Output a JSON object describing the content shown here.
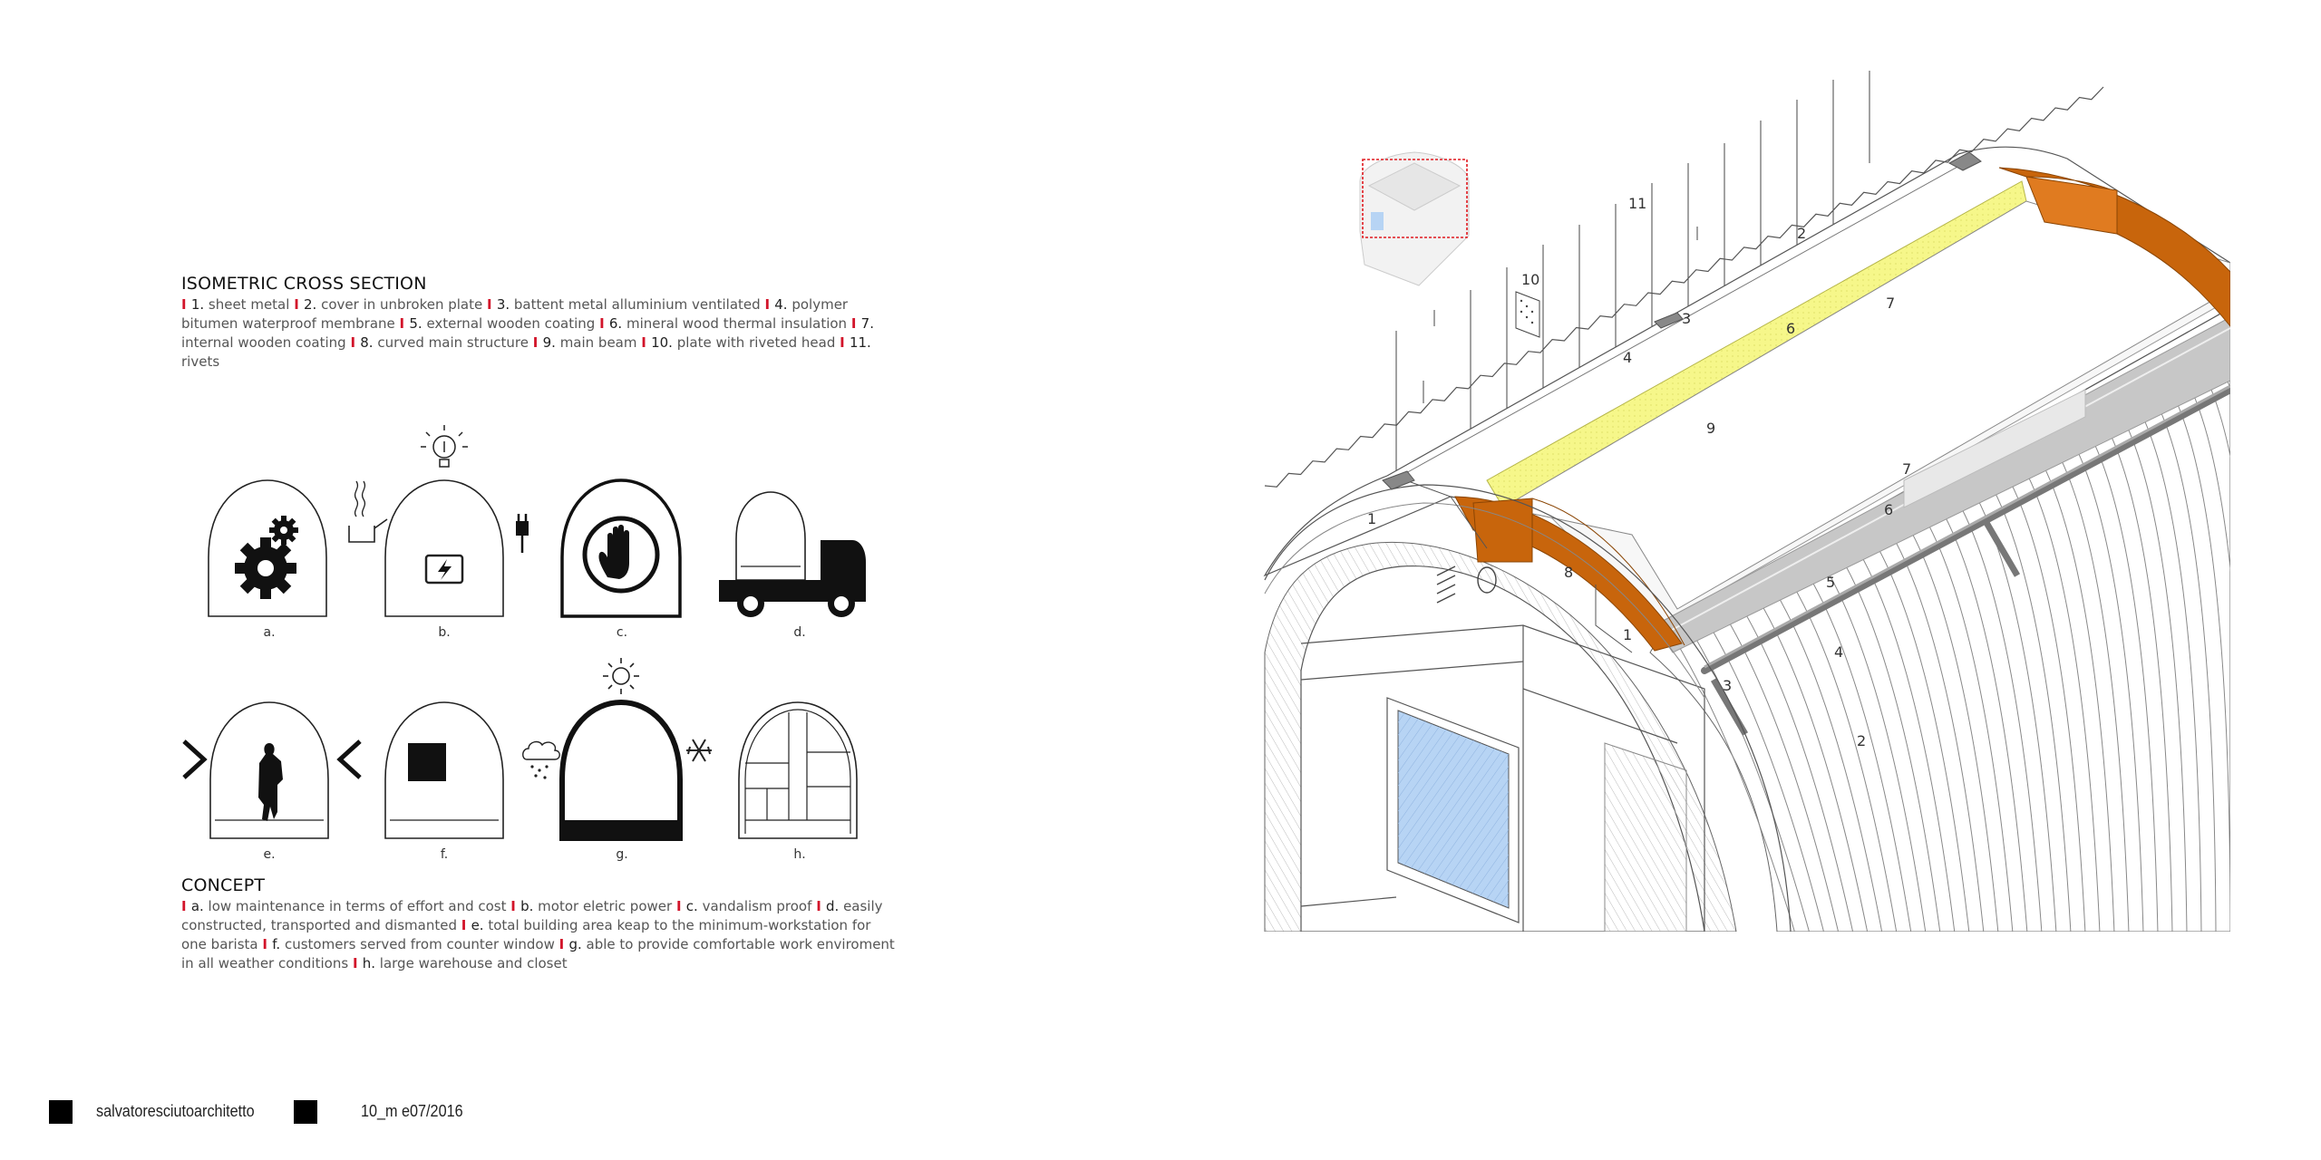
{
  "section": {
    "title": "ISOMETRIC CROSS SECTION",
    "items": [
      {
        "num": "1.",
        "text": "sheet metal"
      },
      {
        "num": "2.",
        "text": "cover in unbroken plate"
      },
      {
        "num": "3.",
        "text": "battent metal alluminium ventilated"
      },
      {
        "num": "4.",
        "text": "polymer bitumen waterproof membrane"
      },
      {
        "num": "5.",
        "text": "external wooden coating"
      },
      {
        "num": "6.",
        "text": "mineral wood thermal insulation"
      },
      {
        "num": "7.",
        "text": "internal wooden coating"
      },
      {
        "num": "8.",
        "text": "curved main structure"
      },
      {
        "num": "9.",
        "text": "main beam"
      },
      {
        "num": "10.",
        "text": "plate with riveted head"
      },
      {
        "num": "11.",
        "text": "rivets"
      }
    ]
  },
  "concept": {
    "title": "CONCEPT",
    "items": [
      {
        "num": "a.",
        "text": "low maintenance in terms of effort and cost"
      },
      {
        "num": "b.",
        "text": "motor eletric power"
      },
      {
        "num": "c.",
        "text": "vandalism proof"
      },
      {
        "num": "d.",
        "text": "easily constructed, transported and dismanted"
      },
      {
        "num": "e.",
        "text": "total building area keap to the minimum-workstation for one barista"
      },
      {
        "num": "f.",
        "text": "customers served from counter window"
      },
      {
        "num": "g.",
        "text": "able to provide comfortable work enviroment in all weather conditions"
      },
      {
        "num": "h.",
        "text": "large warehouse and closet"
      }
    ]
  },
  "icons": {
    "captions": [
      "a.",
      "b.",
      "c.",
      "d.",
      "e.",
      "f.",
      "g.",
      "h."
    ],
    "names": [
      "gears-icon",
      "power-icon",
      "hand-stop-icon",
      "truck-icon",
      "person-icon",
      "counter-window-icon",
      "weather-icon",
      "shelves-icon"
    ]
  },
  "diagram": {
    "labels": [
      "1",
      "1",
      "2",
      "2",
      "3",
      "3",
      "4",
      "4",
      "5",
      "6",
      "6",
      "7",
      "7",
      "8",
      "9",
      "10",
      "11"
    ],
    "colors": {
      "wood": "#c8650c",
      "insulation": "#f6f78a",
      "glass": "#b7d4f4",
      "beam": "#c7c7c7",
      "highlight": "#e0191f"
    }
  },
  "footer": {
    "author": "salvatoresciutoarchitetto",
    "code": "10_m  e07/2016"
  }
}
